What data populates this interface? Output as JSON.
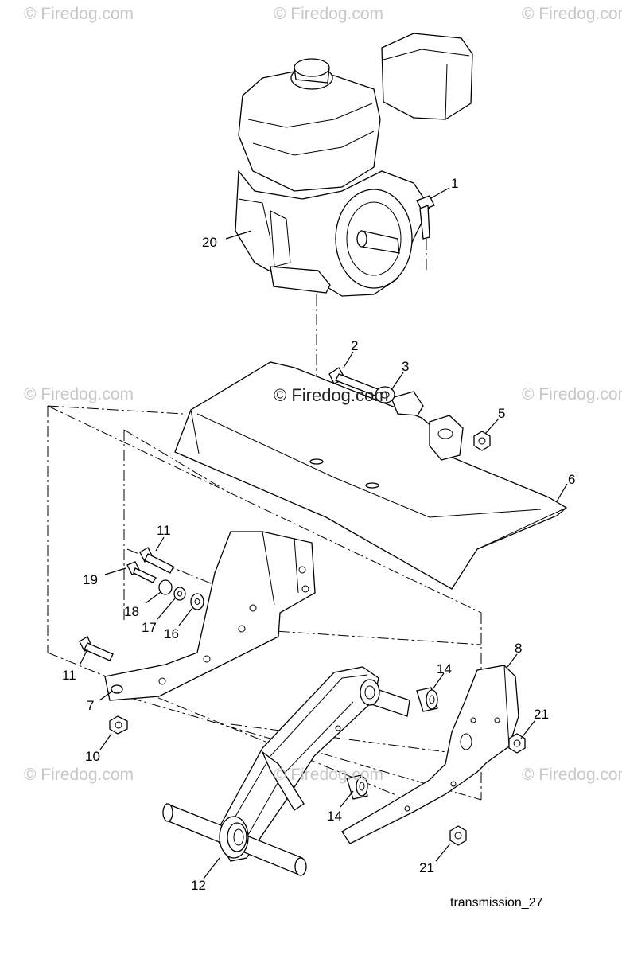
{
  "watermarks": [
    {
      "text": "© Firedog.com"
    },
    {
      "text": "© Firedog.com"
    },
    {
      "text": "© Firedog.com"
    },
    {
      "text": "© Firedog.com"
    },
    {
      "text": "© Firedog.com"
    },
    {
      "text": "© Firedog.com"
    },
    {
      "text": "© Firedog.com"
    },
    {
      "text": "© Firedog.com"
    },
    {
      "text": "© Firedog.com"
    }
  ],
  "callouts": [
    "1",
    "2",
    "3",
    "5",
    "6",
    "20",
    "11",
    "19",
    "18",
    "17",
    "16",
    "11",
    "7",
    "10",
    "8",
    "14",
    "21",
    "14",
    "21",
    "12"
  ],
  "caption": "transmission_27"
}
